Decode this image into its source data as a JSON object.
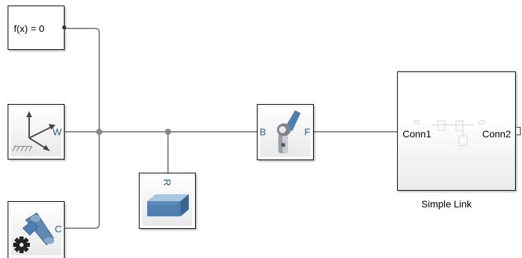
{
  "blocks": {
    "solver": {
      "label": "f(x) = 0",
      "icon": "solver-configuration-icon"
    },
    "world": {
      "port": "W",
      "icon": "world-frame-icon"
    },
    "mechanism": {
      "port": "C",
      "icon": "mechanism-configuration-icon"
    },
    "solid": {
      "port": "R",
      "icon": "brick-solid-icon"
    },
    "joint": {
      "port_b": "B",
      "port_f": "F",
      "icon": "revolute-joint-icon"
    },
    "subsystem": {
      "conn1": "Conn1",
      "conn2": "Conn2",
      "caption": "Simple Link"
    }
  },
  "colors": {
    "connection_line": "#8a8a8a",
    "port_label": "#2f5f80",
    "icon_blue": "#4f7fb0"
  }
}
